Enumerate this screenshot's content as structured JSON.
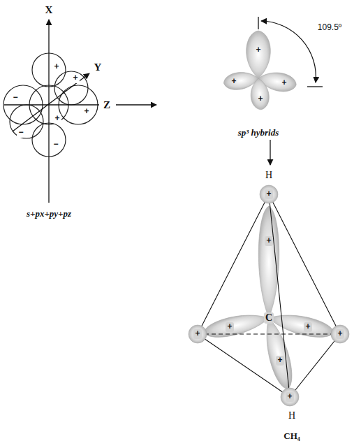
{
  "diagram": {
    "labels": [
      "X",
      "Y",
      "Z",
      "+",
      "−",
      "+",
      "−",
      "+",
      "−",
      "+",
      "s+px+py+pz",
      "+",
      "+",
      "+",
      "+",
      "109.5º",
      "sp³ hybrids",
      "H",
      "+",
      "+",
      "+",
      "+",
      "+",
      "+",
      "+",
      "+",
      "C",
      "H",
      "CH₄"
    ]
  }
}
